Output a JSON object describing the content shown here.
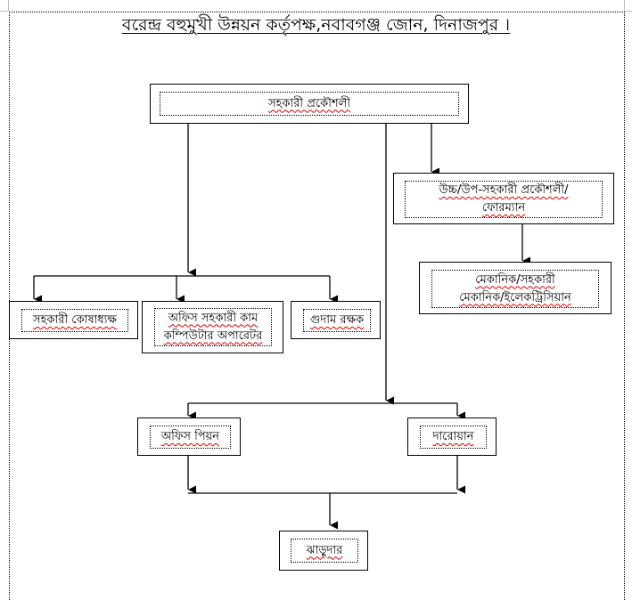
{
  "document": {
    "title": "বরেন্দ্র বহুমুখী উন্নয়ন কর্তৃপক্ষ,নবাবগঞ্জ জোন, দিনাজপুর ।"
  },
  "org_chart": {
    "nodes": [
      {
        "id": "asst-engineer",
        "label": "সহকারী প্রকৌশলী"
      },
      {
        "id": "sub-asst-engineer",
        "label_line1": "উচ্চ/উপ-সহকারী প্রকৌশলী/",
        "label_line2": "ফোরম্যান"
      },
      {
        "id": "mechanic",
        "label_line1": "মেকানিক/সহকারী",
        "label_line2": "মেকানিক/ইলেকট্রিসিয়ান"
      },
      {
        "id": "asst-cashier",
        "label": "সহকারী কোষাধ্যক্ষ"
      },
      {
        "id": "office-asst",
        "label_line1": "অফিস সহকারী কাম",
        "label_line2": "কম্পিউটার অপারেটর"
      },
      {
        "id": "storekeeper",
        "label": "গুদাম রক্ষক"
      },
      {
        "id": "office-peon",
        "label": "অফিস পিয়ন"
      },
      {
        "id": "guard",
        "label": "দারোয়ান"
      },
      {
        "id": "sweeper",
        "label": "ঝাড়ুদার"
      }
    ],
    "edges": [
      {
        "from": "asst-engineer",
        "to": "sub-asst-engineer"
      },
      {
        "from": "sub-asst-engineer",
        "to": "mechanic"
      },
      {
        "from": "asst-engineer",
        "to": "asst-cashier"
      },
      {
        "from": "asst-engineer",
        "to": "office-asst"
      },
      {
        "from": "asst-engineer",
        "to": "storekeeper"
      },
      {
        "from": "asst-engineer",
        "to": "office-peon"
      },
      {
        "from": "asst-engineer",
        "to": "guard"
      },
      {
        "from": "office-peon",
        "to": "sweeper"
      },
      {
        "from": "guard",
        "to": "sweeper"
      }
    ]
  }
}
